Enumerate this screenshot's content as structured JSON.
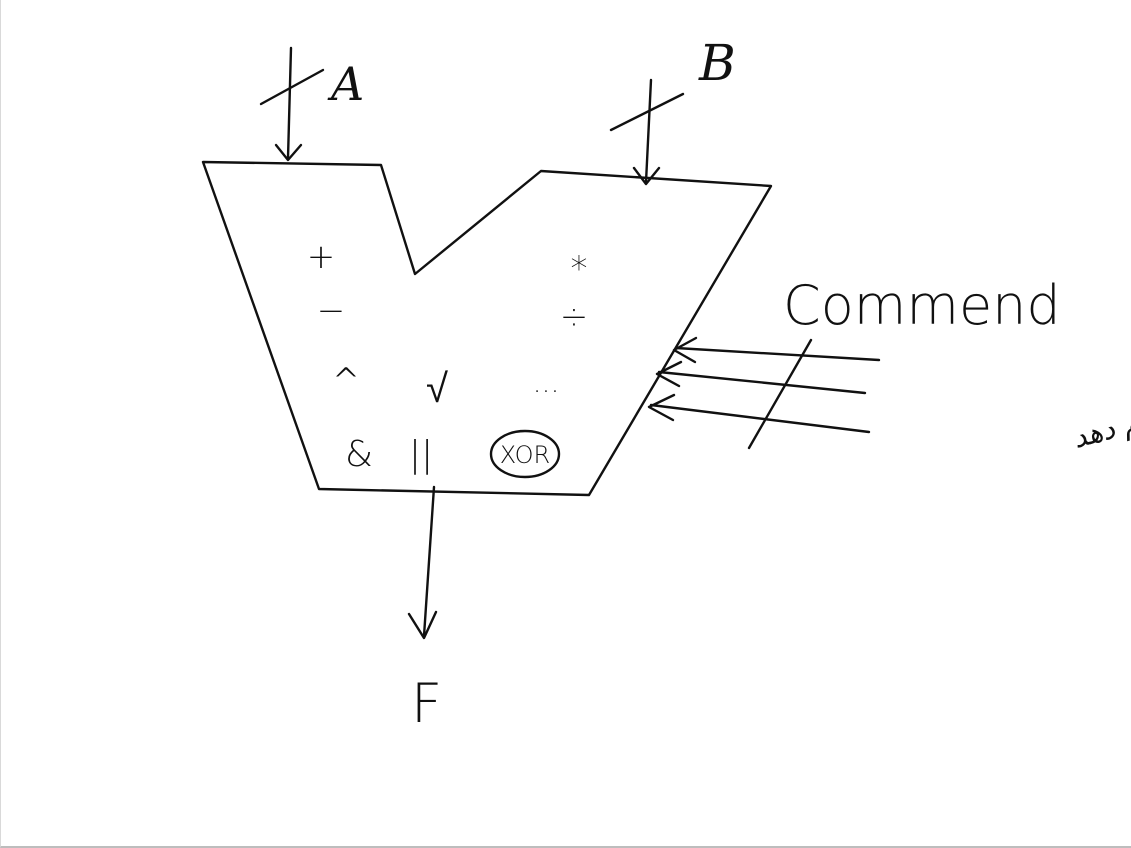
{
  "inputs": {
    "a_label": "A",
    "b_label": "B"
  },
  "output": {
    "label": "F"
  },
  "control": {
    "label": "Commend",
    "note": "دستوری که میگوید کدام را انجام دهد"
  },
  "operations": {
    "plus": "+",
    "minus": "−",
    "multiply": "*",
    "divide": "÷",
    "power": "^",
    "sqrt": "√",
    "ellipsis": "...",
    "and": "&",
    "or": "||",
    "xor": "XOR"
  },
  "colors": {
    "ink": "#111111",
    "background": "#ffffff"
  }
}
